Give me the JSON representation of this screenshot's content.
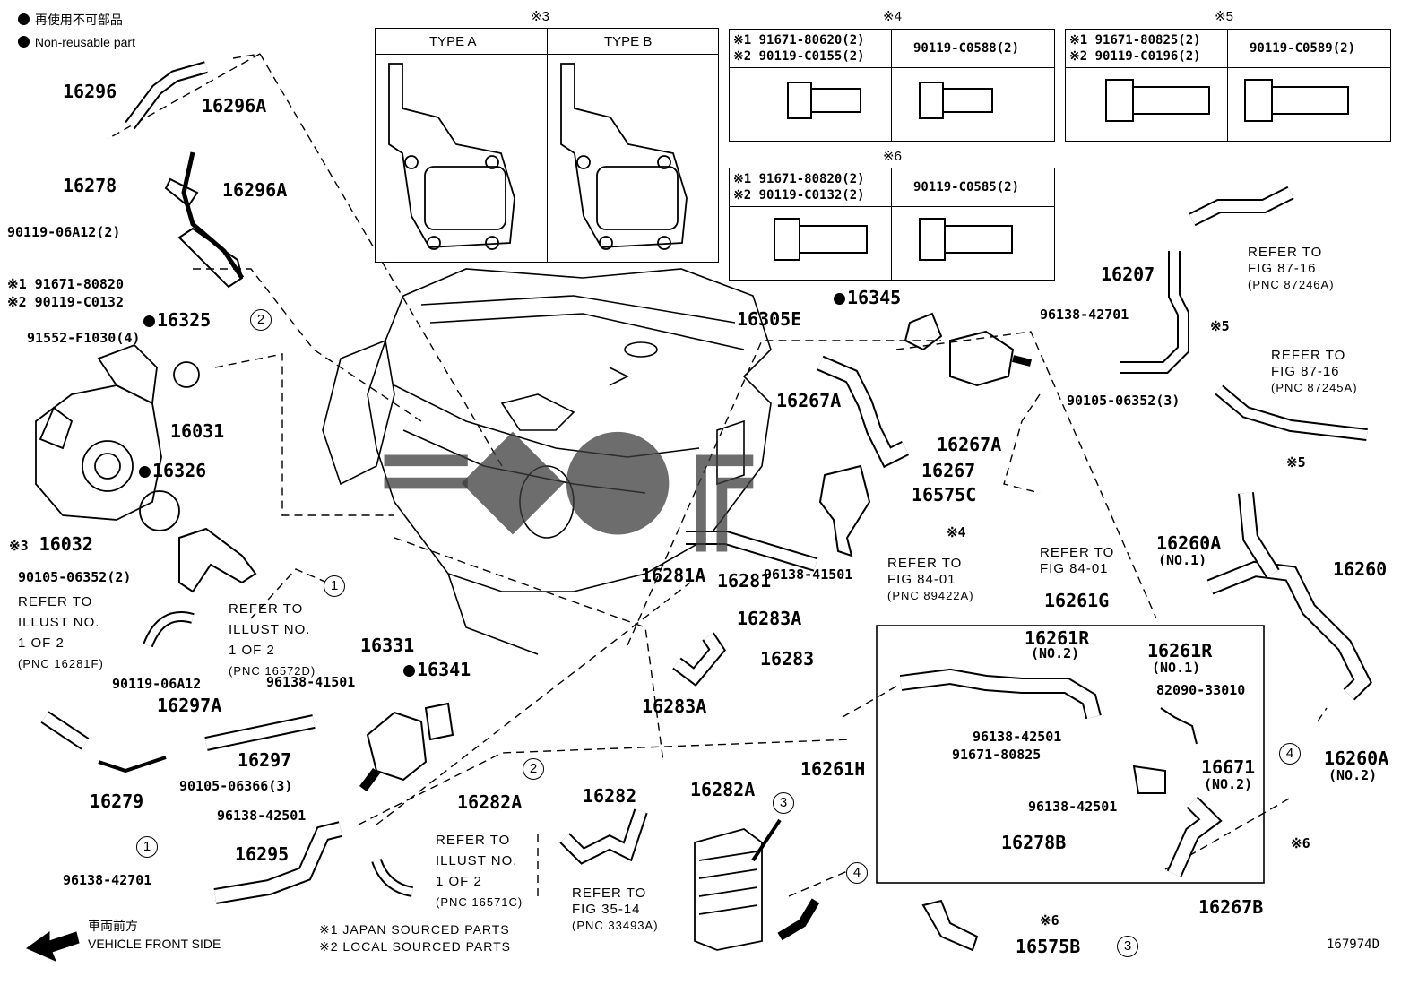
{
  "legend": {
    "ja": "再使用不可部品",
    "en": "Non-reusable part"
  },
  "type_table": {
    "ref": "※3",
    "col_a": "TYPE A",
    "col_b": "TYPE B"
  },
  "bolt_tables": [
    {
      "ref": "※4",
      "row1": "※1 91671-80620(2)",
      "row2": "※2 90119-C0155(2)",
      "right": "90119-C0588(2)"
    },
    {
      "ref": "※5",
      "row1": "※1 91671-80825(2)",
      "row2": "※2 90119-C0196(2)",
      "right": "90119-C0589(2)"
    },
    {
      "ref": "※6",
      "row1": "※1 91671-80820(2)",
      "row2": "※2 90119-C0132(2)",
      "right": "90119-C0585(2)"
    }
  ],
  "parts": {
    "p16296": "16296",
    "p16296A_1": "16296A",
    "p16278": "16278",
    "p16296A_2": "16296A",
    "p90119_06A12_2": "90119-06A12(2)",
    "p_note1_91671": "※1 91671-80820",
    "p_note2_90119": "※2 90119-C0132",
    "p16325": "16325",
    "p91552": "91552-F1030(4)",
    "p16031": "16031",
    "p16326": "16326",
    "p16032": "16032",
    "p16032_ref": "※3",
    "p90105_06352_2": "90105-06352(2)",
    "p90119_06A12": "90119-06A12",
    "p16297A": "16297A",
    "p16297": "16297",
    "p16279": "16279",
    "p90105_06366": "90105-06366(3)",
    "p16331": "16331",
    "p16341": "16341",
    "p96138_41501_a": "96138-41501",
    "p96138_42501_a": "96138-42501",
    "p16295": "16295",
    "p96138_42701_a": "96138-42701",
    "p16282A_1": "16282A",
    "p16282": "16282",
    "p16282A_2": "16282A",
    "p16281A": "16281A",
    "p16281": "16281",
    "p96138_41501_b": "96138-41501",
    "p16283A_1": "16283A",
    "p16283": "16283",
    "p16283A_2": "16283A",
    "p16305E": "16305E",
    "p16345": "16345",
    "p16267A_1": "16267A",
    "p16267A_2": "16267A",
    "p16267": "16267",
    "p16575C": "16575C",
    "p_note4": "※4",
    "p96138_42701_b": "96138-42701",
    "p90105_06352_3": "90105-06352(3)",
    "p16207": "16207",
    "p_note5_a": "※5",
    "p_note5_b": "※5",
    "p16260A_1": "16260A",
    "p16260A_1s": "(NO.1)",
    "p16260": "16260",
    "p16261G": "16261G",
    "p16261R_1": "16261R",
    "p16261R_1s": "(NO.2)",
    "p16261R_2": "16261R",
    "p16261R_2s": "(NO.1)",
    "p82090": "82090-33010",
    "p96138_42501_b": "96138-42501",
    "p91671_80825": "91671-80825",
    "p16671": "16671",
    "p16671s": "(NO.2)",
    "p96138_42501_c": "96138-42501",
    "p16278B": "16278B",
    "p16261H": "16261H",
    "p16260A_2": "16260A",
    "p16260A_2s": "(NO.2)",
    "p_note6_a": "※6",
    "p_note6_b": "※6",
    "p16267B": "16267B",
    "p16575B": "16575B"
  },
  "refers": {
    "r1": [
      "REFER TO",
      "FIG 87-16",
      "(PNC 87246A)"
    ],
    "r2": [
      "REFER TO",
      "FIG 87-16",
      "(PNC 87245A)"
    ],
    "r3": [
      "REFER TO",
      "FIG 84-01",
      "(PNC 89422A)"
    ],
    "r4": [
      "REFER TO",
      "FIG 84-01"
    ],
    "r5": [
      "REFER TO",
      "ILLUST NO.",
      "1 OF 2",
      "(PNC 16281F)"
    ],
    "r6": [
      "REFER TO",
      "ILLUST NO.",
      "1 OF 2",
      "(PNC 16572D)"
    ],
    "r7": [
      "REFER TO",
      "ILLUST NO.",
      "1 OF 2",
      "(PNC 16571C)"
    ],
    "r8": [
      "REFER TO",
      "FIG 35-14",
      "(PNC 33493A)"
    ]
  },
  "footer": {
    "front_ja": "車両前方",
    "front_en": "VEHICLE FRONT SIDE",
    "note1": "※1  JAPAN SOURCED PARTS",
    "note2": "※2  LOCAL SOURCED PARTS",
    "illust_id": "167974D"
  },
  "circles": [
    "2",
    "1",
    "2",
    "1",
    "3",
    "4",
    "4",
    "3"
  ]
}
